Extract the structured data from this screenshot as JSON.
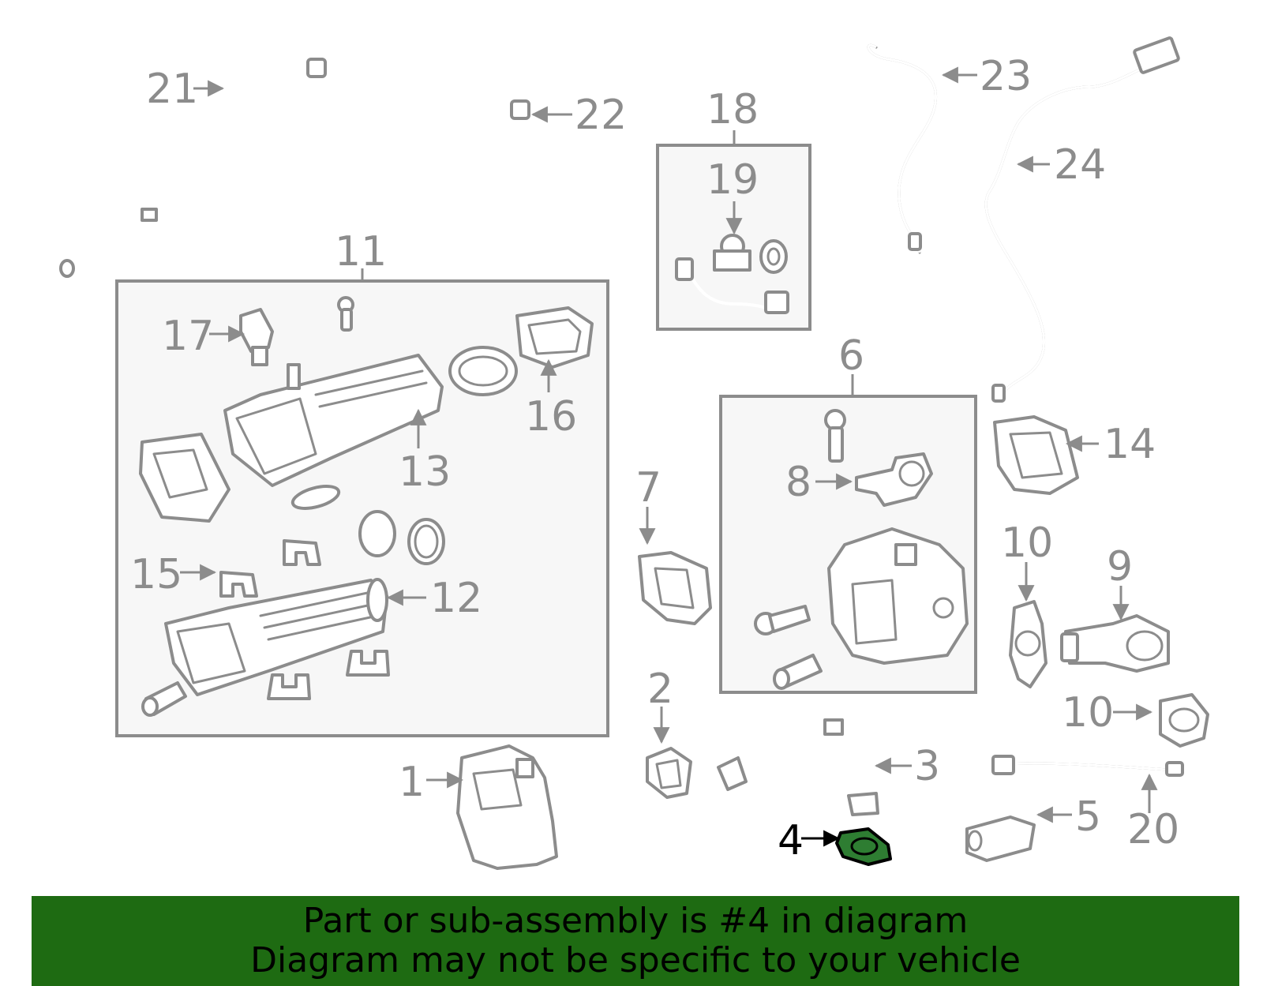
{
  "colors": {
    "line": "#8c8c8c",
    "box_fill": "#f7f7f7",
    "highlight_part": "#2e7d32",
    "highlight_label": "#000000",
    "banner_bg": "#1e6b12",
    "banner_text": "#000000"
  },
  "highlighted_part": "4",
  "callouts": {
    "c1": "1",
    "c2": "2",
    "c3": "3",
    "c4": "4",
    "c5": "5",
    "c6": "6",
    "c7": "7",
    "c8": "8",
    "c9": "9",
    "c10a": "10",
    "c10b": "10",
    "c11": "11",
    "c12": "12",
    "c13": "13",
    "c14": "14",
    "c15": "15",
    "c16": "16",
    "c17": "17",
    "c18": "18",
    "c19": "19",
    "c20": "20",
    "c21": "21",
    "c22": "22",
    "c23": "23",
    "c24": "24"
  },
  "banner": {
    "line1": "Part or sub-assembly is #4 in diagram",
    "line2": "Diagram may not be specific to your vehicle"
  }
}
